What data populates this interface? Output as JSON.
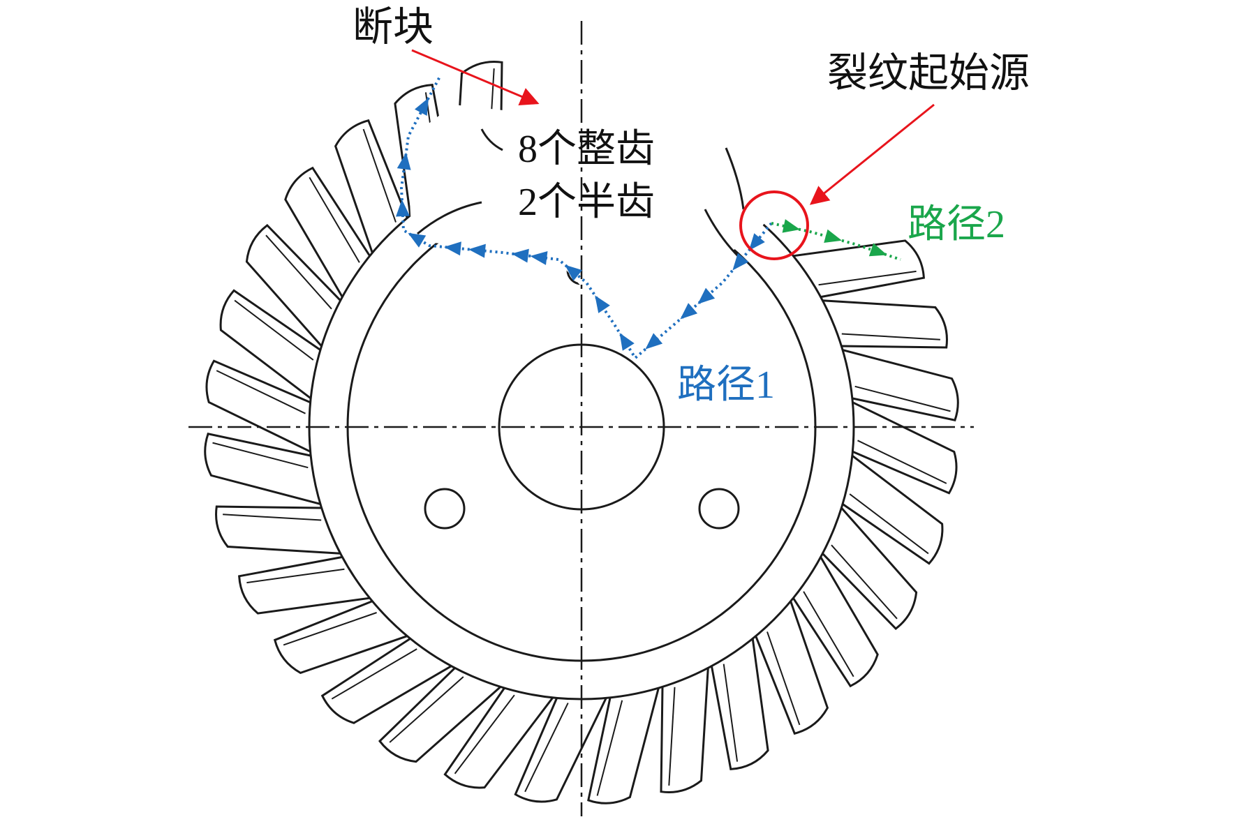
{
  "labels": {
    "broken_block": "断块",
    "teeth_line1": "8个整齿",
    "teeth_line2": "2个半齿",
    "crack_origin": "裂纹起始源",
    "path1": "路径1",
    "path2": "路径2"
  },
  "colors": {
    "outline": "#1a1a1a",
    "annotation_red": "#e8141c",
    "path1_blue": "#1f6fbf",
    "path2_green": "#1aa64b",
    "background": "#ffffff"
  },
  "gear": {
    "tooth_count": 32,
    "bolt_holes": 2
  }
}
